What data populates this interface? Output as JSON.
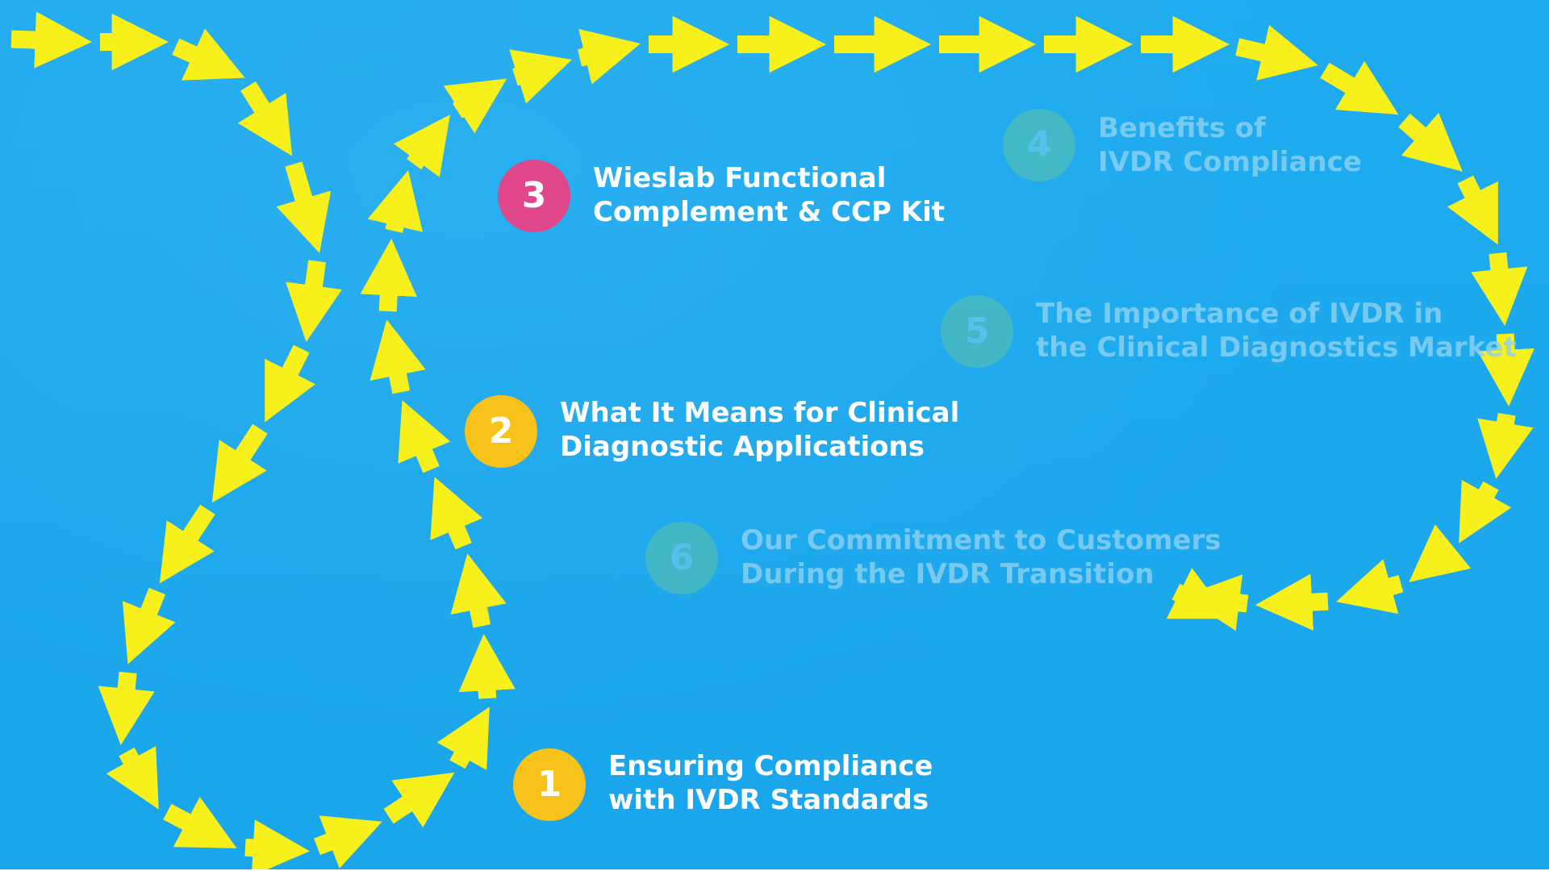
{
  "colors": {
    "background": "#1da9ee",
    "arrow": "#f7f01a",
    "badge_yellow": "#f7c21a",
    "badge_pink": "#e0468a",
    "badge_faded": "#5fc2a6",
    "text_active": "#ffffff",
    "text_faded": "#8ed2f1"
  },
  "steps": [
    {
      "number": "1",
      "line1": "Ensuring Compliance",
      "line2": "with IVDR Standards",
      "state": "active",
      "badge_color": "yellow"
    },
    {
      "number": "2",
      "line1": "What It Means for Clinical",
      "line2": "Diagnostic Applications",
      "state": "active",
      "badge_color": "yellow"
    },
    {
      "number": "3",
      "line1": "Wieslab Functional",
      "line2": "Complement & CCP Kit",
      "state": "active",
      "badge_color": "pink"
    },
    {
      "number": "4",
      "line1": "Benefits of",
      "line2": "IVDR Compliance",
      "state": "faded",
      "badge_color": "faded"
    },
    {
      "number": "5",
      "line1": "The Importance of IVDR in",
      "line2": "the Clinical Diagnostics Market",
      "state": "faded",
      "badge_color": "faded"
    },
    {
      "number": "6",
      "line1": "Our Commitment to Customers",
      "line2": "During the IVDR Transition",
      "state": "faded",
      "badge_color": "faded"
    }
  ],
  "icons": {
    "path": "dashed-arrow-path-icon"
  }
}
